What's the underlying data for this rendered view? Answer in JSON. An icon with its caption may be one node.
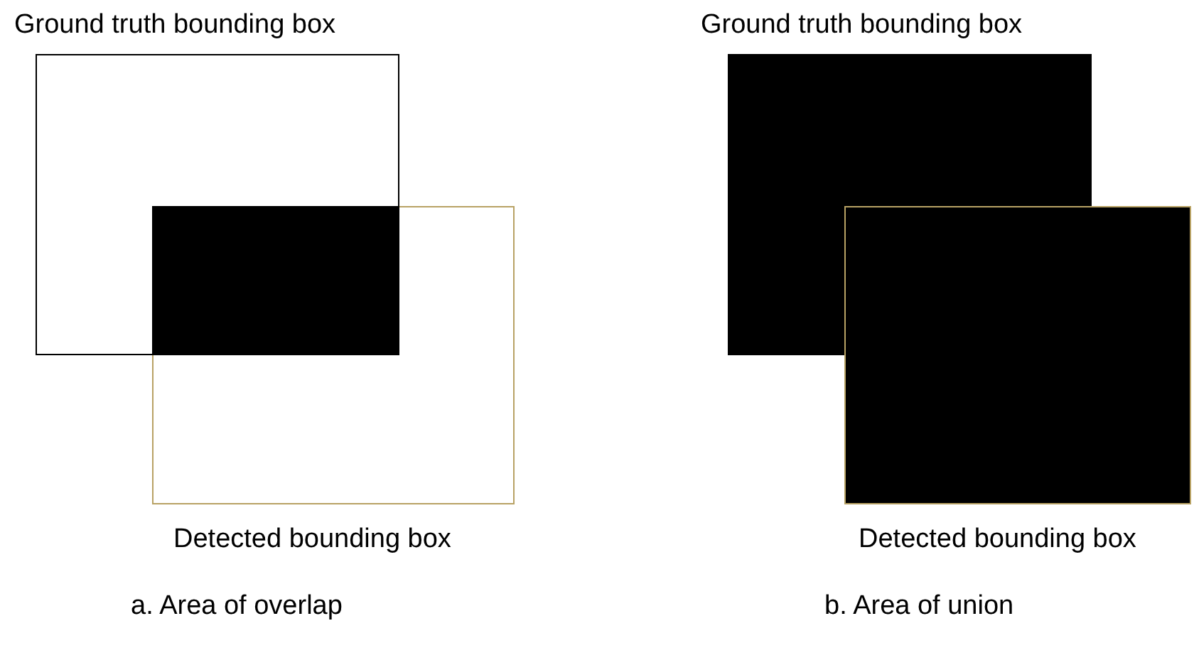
{
  "diagram": {
    "nodes": [
      {
        "text": [
          "Ground truth  bounding box"
        ]
      },
      {
        "text": [
          "Detected bounding box"
        ]
      },
      {
        "text": [],
        "shape": "box"
      },
      {
        "text": [
          "Ground truth  bounding box"
        ]
      },
      {
        "text": [
          "Detected bounding box"
        ]
      }
    ],
    "labels": [
      "a. Area of overlap",
      "b. Area of union"
    ]
  }
}
